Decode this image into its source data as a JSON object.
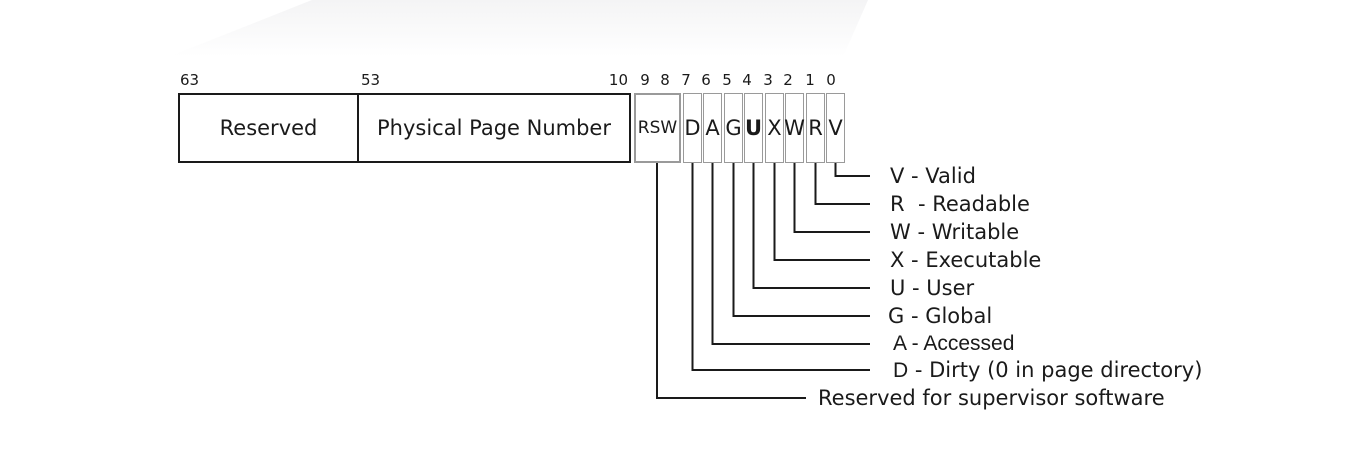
{
  "figure": {
    "fields": [
      {
        "start_bit": "63",
        "label": "Reserved"
      },
      {
        "start_bit": "53",
        "end_bit": "10",
        "label": "Physical Page Number"
      }
    ],
    "rsw_cell": {
      "label": "RSW",
      "bit_numbers": [
        "9",
        "8"
      ]
    },
    "flag_cells": [
      {
        "bit": "7",
        "label": "D"
      },
      {
        "bit": "6",
        "label": "A"
      },
      {
        "bit": "5",
        "label": "G"
      },
      {
        "bit": "4",
        "label": "U"
      },
      {
        "bit": "3",
        "label": "X"
      },
      {
        "bit": "2",
        "label": "W"
      },
      {
        "bit": "1",
        "label": "R"
      },
      {
        "bit": "0",
        "label": "V"
      }
    ],
    "legend": {
      "rows": [
        {
          "label": "V - Valid"
        },
        {
          "label": "R  - Readable"
        },
        {
          "label": "W - Writable"
        },
        {
          "label": "X - Executable"
        },
        {
          "label": "U - User"
        },
        {
          "label": "G - Global"
        },
        {
          "label": "A - Accessed"
        },
        {
          "letter": "D",
          "label": " - Dirty (0 in page directory)"
        },
        {
          "label": "Reserved for supervisor software"
        }
      ]
    },
    "colors": {
      "line": "#1a1a1a",
      "cell_border": "#9a9a9a",
      "band": "#f4f4f5"
    }
  }
}
